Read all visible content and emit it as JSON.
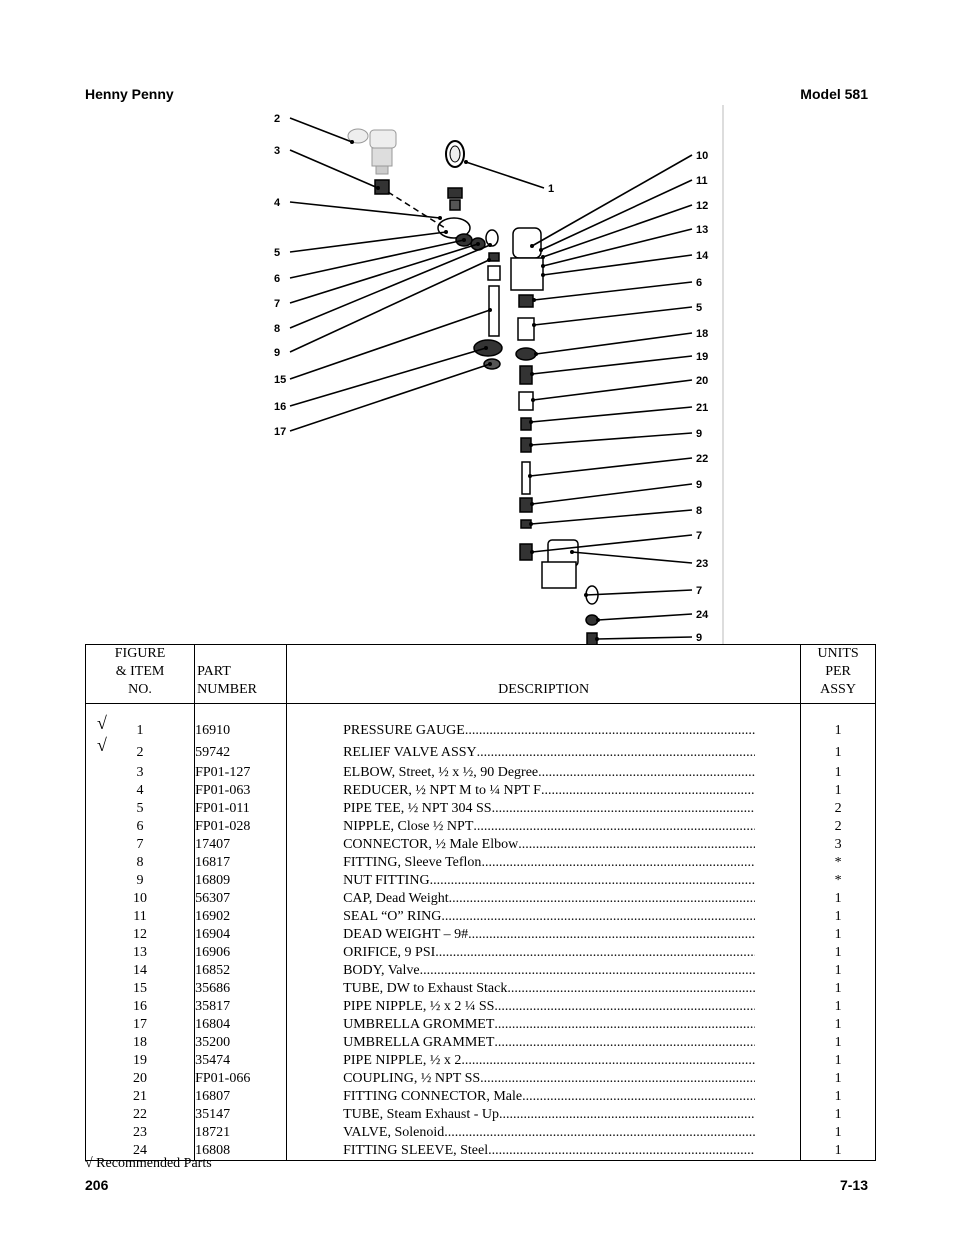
{
  "header": {
    "left": "Henny Penny",
    "right": "Model 581"
  },
  "diagram": {
    "callouts_left": [
      "2",
      "3",
      "4",
      "5",
      "6",
      "7",
      "8",
      "9",
      "15",
      "16",
      "17"
    ],
    "callout_center": "1",
    "callouts_right": [
      "10",
      "11",
      "12",
      "13",
      "14",
      "6",
      "5",
      "18",
      "19",
      "20",
      "21",
      "9",
      "22",
      "9",
      "8",
      "7",
      "23",
      "7",
      "24",
      "9"
    ]
  },
  "table": {
    "headers": {
      "figure": [
        "FIGURE",
        "& ITEM",
        "NO."
      ],
      "part": [
        "PART",
        "NUMBER"
      ],
      "description": "DESCRIPTION",
      "units": [
        "UNITS",
        "PER",
        "ASSY"
      ]
    },
    "check_symbol": "√",
    "rows": [
      {
        "item": "1",
        "part": "16910",
        "desc": "PRESSURE GAUGE",
        "units": "1",
        "rec": true
      },
      {
        "item": "2",
        "part": "59742",
        "desc": "RELIEF VALVE ASSY",
        "units": "1",
        "rec": true
      },
      {
        "item": "3",
        "part": "FP01-127",
        "desc": "ELBOW, Street, ½ x ½, 90 Degree",
        "units": "1",
        "rec": false
      },
      {
        "item": "4",
        "part": "FP01-063",
        "desc": "REDUCER, ½ NPT M to ¼ NPT F",
        "units": "1",
        "rec": false
      },
      {
        "item": "5",
        "part": "FP01-011",
        "desc": "PIPE TEE, ½ NPT 304 SS",
        "units": "2",
        "rec": false
      },
      {
        "item": "6",
        "part": "FP01-028",
        "desc": "NIPPLE, Close ½ NPT",
        "units": "2",
        "rec": false
      },
      {
        "item": "7",
        "part": "17407",
        "desc": "CONNECTOR, ½ Male Elbow",
        "units": "3",
        "rec": false
      },
      {
        "item": "8",
        "part": "16817",
        "desc": "FITTING, Sleeve Teflon",
        "units": "*",
        "rec": false
      },
      {
        "item": "9",
        "part": "16809",
        "desc": "NUT FITTING",
        "units": "*",
        "rec": false
      },
      {
        "item": "10",
        "part": "56307",
        "desc": "CAP, Dead Weight",
        "units": "1",
        "rec": false
      },
      {
        "item": "11",
        "part": "16902",
        "desc": "SEAL “O” RING",
        "units": "1",
        "rec": false
      },
      {
        "item": "12",
        "part": "16904",
        "desc": "DEAD WEIGHT – 9#",
        "units": "1",
        "rec": false
      },
      {
        "item": "13",
        "part": "16906",
        "desc": "ORIFICE, 9 PSI",
        "units": "1",
        "rec": false
      },
      {
        "item": "14",
        "part": "16852",
        "desc": "BODY, Valve",
        "units": "1",
        "rec": false
      },
      {
        "item": "15",
        "part": "35686",
        "desc": "TUBE, DW to Exhaust Stack",
        "units": "1",
        "rec": false
      },
      {
        "item": "16",
        "part": "35817",
        "desc": "PIPE NIPPLE, ½ x 2 ¼ SS",
        "units": "1",
        "rec": false
      },
      {
        "item": "17",
        "part": "16804",
        "desc": "UMBRELLA GROMMET",
        "units": "1",
        "rec": false
      },
      {
        "item": "18",
        "part": "35200",
        "desc": "UMBRELLA GRAMMET",
        "units": "1",
        "rec": false
      },
      {
        "item": "19",
        "part": "35474",
        "desc": "PIPE NIPPLE, ½ x 2",
        "units": "1",
        "rec": false
      },
      {
        "item": "20",
        "part": "FP01-066",
        "desc": "COUPLING, ½ NPT SS",
        "units": "1",
        "rec": false
      },
      {
        "item": "21",
        "part": "16807",
        "desc": "FITTING CONNECTOR, Male",
        "units": "1",
        "rec": false
      },
      {
        "item": "22",
        "part": "35147",
        "desc": "TUBE, Steam Exhaust - Up",
        "units": "1",
        "rec": false
      },
      {
        "item": "23",
        "part": "18721",
        "desc": "VALVE, Solenoid",
        "units": "1",
        "rec": false
      },
      {
        "item": "24",
        "part": "16808",
        "desc": "FITTING SLEEVE, Steel",
        "units": "1",
        "rec": false
      }
    ]
  },
  "footnote": "√ Recommended Parts",
  "footer": {
    "left": "206",
    "right": "7-13"
  }
}
